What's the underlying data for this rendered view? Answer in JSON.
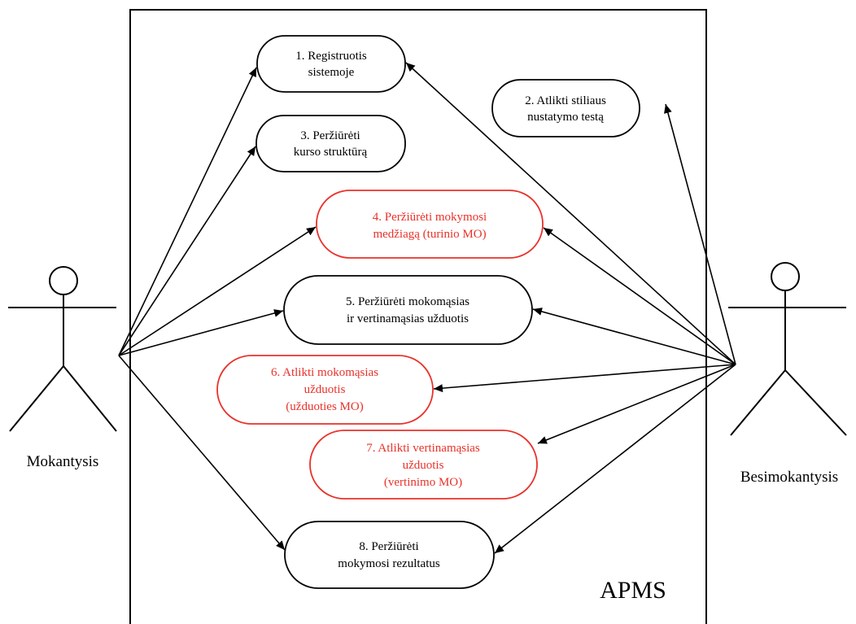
{
  "system": {
    "label": "APMS"
  },
  "actors": {
    "left": {
      "label": "Mokantysis"
    },
    "right": {
      "label": "Besimokantysis"
    }
  },
  "use_cases": [
    {
      "id": "uc1",
      "lines": [
        "1. Registruotis",
        "sistemoje"
      ],
      "color": "#000000"
    },
    {
      "id": "uc2",
      "lines": [
        "2. Atlikti stiliaus",
        "nustatymo testą"
      ],
      "color": "#000000"
    },
    {
      "id": "uc3",
      "lines": [
        "3. Peržiūrėti",
        "kurso struktūrą"
      ],
      "color": "#000000"
    },
    {
      "id": "uc4",
      "lines": [
        "4. Peržiūrėti mokymosi",
        "medžiagą (turinio MO)"
      ],
      "color": "#e8322a"
    },
    {
      "id": "uc5",
      "lines": [
        "5. Peržiūrėti mokomąsias",
        "ir vertinamąsias užduotis"
      ],
      "color": "#000000"
    },
    {
      "id": "uc6",
      "lines": [
        "6. Atlikti mokomąsias",
        "užduotis",
        "(užduoties MO)"
      ],
      "color": "#e8322a"
    },
    {
      "id": "uc7",
      "lines": [
        "7. Atlikti vertinamąsias",
        "užduotis",
        "(vertinimo MO)"
      ],
      "color": "#e8322a"
    },
    {
      "id": "uc8",
      "lines": [
        "8. Peržiūrėti",
        "mokymosi rezultatus"
      ],
      "color": "#000000"
    }
  ],
  "associations": [
    {
      "from": "left",
      "to": "uc1"
    },
    {
      "from": "left",
      "to": "uc3"
    },
    {
      "from": "left",
      "to": "uc4"
    },
    {
      "from": "left",
      "to": "uc5"
    },
    {
      "from": "left",
      "to": "uc8"
    },
    {
      "from": "right",
      "to": "uc1"
    },
    {
      "from": "right",
      "to": "uc2"
    },
    {
      "from": "right",
      "to": "uc4"
    },
    {
      "from": "right",
      "to": "uc5"
    },
    {
      "from": "right",
      "to": "uc6"
    },
    {
      "from": "right",
      "to": "uc7"
    },
    {
      "from": "right",
      "to": "uc8"
    }
  ]
}
